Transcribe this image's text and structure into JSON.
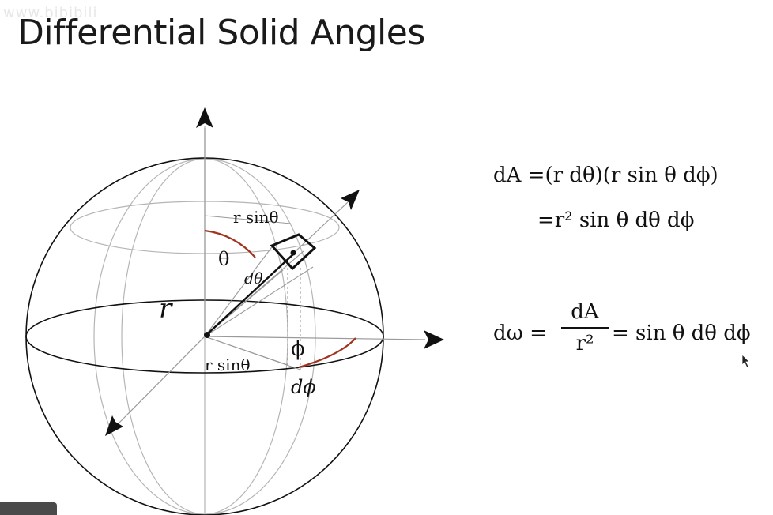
{
  "slide": {
    "title": "Differential Solid Angles",
    "watermark": "www.bibibili"
  },
  "diagram": {
    "labels": {
      "r": "r",
      "theta": "θ",
      "d_theta": "dθ",
      "r_sin_theta_top": "r sinθ",
      "r_sin_theta_bottom": "r sinθ",
      "phi": "ϕ",
      "d_phi": "dϕ"
    }
  },
  "equations": {
    "eq1_line1": "dA =(r dθ)(r sin θ dϕ)",
    "eq1_line2": "=r² sin θ dθ dϕ",
    "eq2_lhs": "dω =",
    "eq2_num": "dA",
    "eq2_den": "r²",
    "eq2_rhs": "= sin θ dθ dϕ"
  },
  "colors": {
    "arc": "#a0341f",
    "line": "#111111",
    "wire": "#b5b5b5"
  }
}
